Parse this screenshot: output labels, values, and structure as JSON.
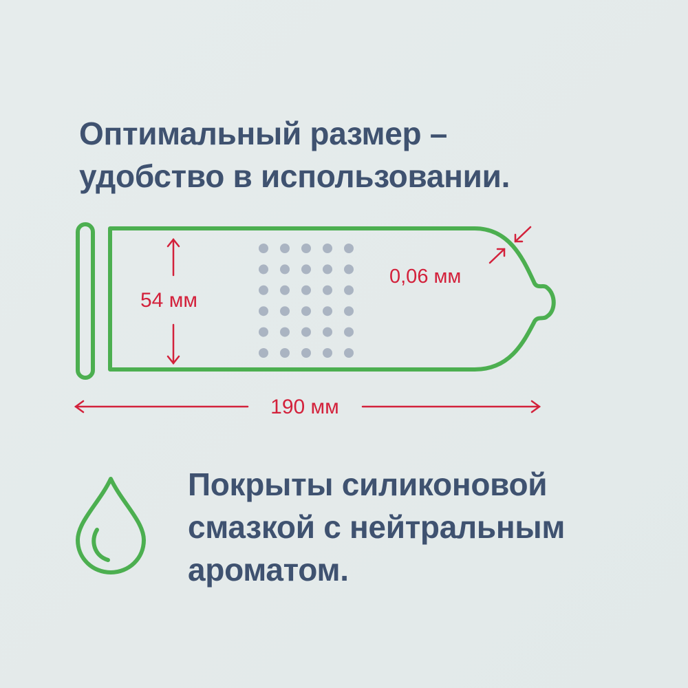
{
  "headline": {
    "line1": "Оптимальный размер –",
    "line2": "удобство в использовании."
  },
  "dimensions": {
    "width_label": "54 мм",
    "length_label": "190 мм",
    "thickness_label": "0,06 мм"
  },
  "lubricant": {
    "line1": "Покрыты силиконовой",
    "line2": "смазкой с нейтральным",
    "line3": "ароматом.",
    "icon": "water-drop-icon"
  },
  "colors": {
    "text": "#3f5270",
    "outline": "#4caf50",
    "dimension": "#d3213b",
    "dots": "#aab4c2"
  }
}
